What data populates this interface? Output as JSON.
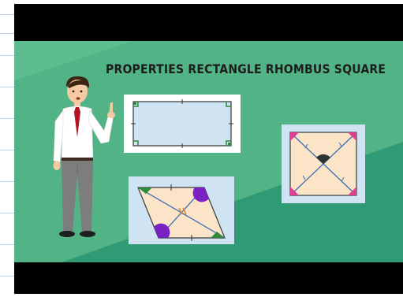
{
  "video": {
    "title": "PROPERTIES RECTANGLE RHOMBUS SQUARE"
  },
  "colors": {
    "letterbox": "#000000",
    "scene_dark_green": "#2f9a73",
    "scene_light_green": "#52b486",
    "panel_light_blue": "#cfe3f3",
    "accent_green": "#2e8b3c",
    "accent_purple": "#7b22c4",
    "accent_pink": "#e23d8e",
    "accent_orange": "#e08a2a",
    "diagonal_blue": "#3a6fb0"
  },
  "figures": [
    {
      "name": "rectangle",
      "icon": "rectangle-diagram"
    },
    {
      "name": "square",
      "icon": "square-diagram"
    },
    {
      "name": "rhombus",
      "icon": "rhombus-diagram"
    }
  ],
  "presenter": {
    "icon": "presenter-man-figure"
  }
}
